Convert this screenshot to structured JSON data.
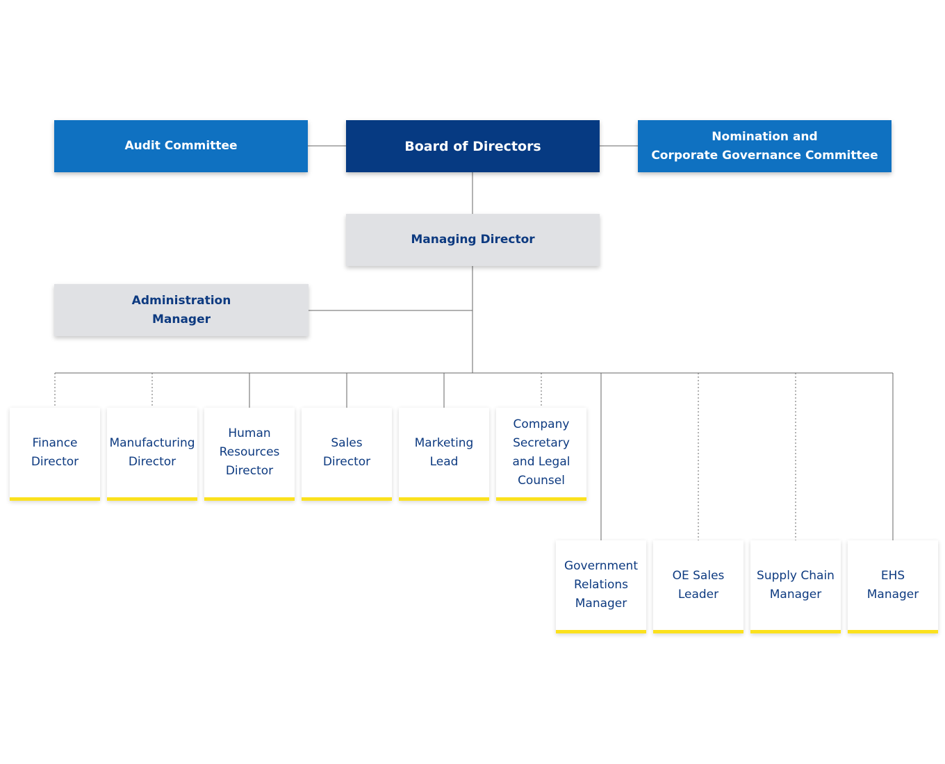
{
  "chart_title": "",
  "board": {
    "label": "Board of Directors"
  },
  "committees": {
    "audit": "Audit Committee",
    "nomination": "Nomination and\nCorporate Governance Committee"
  },
  "managing_director": {
    "label": "Managing Director"
  },
  "administration_manager": {
    "label": "Administration\nManager"
  },
  "directors_row1": [
    {
      "label": "Finance\nDirector",
      "link": "dotted"
    },
    {
      "label": "Manufacturing\nDirector",
      "link": "dotted"
    },
    {
      "label": "Human\nResources\nDirector",
      "link": "solid"
    },
    {
      "label": "Sales\nDirector",
      "link": "solid"
    },
    {
      "label": "Marketing\nLead",
      "link": "solid"
    },
    {
      "label": "Company\nSecretary\nand Legal\nCounsel",
      "link": "dotted"
    }
  ],
  "managers_row2": [
    {
      "label": "Government\nRelations\nManager",
      "link": "solid"
    },
    {
      "label": "OE Sales\nLeader",
      "link": "dotted"
    },
    {
      "label": "Supply Chain\nManager",
      "link": "dotted"
    },
    {
      "label": "EHS\nManager",
      "link": "solid"
    }
  ],
  "colors": {
    "board": "#063a82",
    "committee": "#0f71c1",
    "grey_box": "#e0e1e4",
    "text_dark": "#0d3a80",
    "accent_yellow": "#fbe11e",
    "connector": "#666666"
  }
}
